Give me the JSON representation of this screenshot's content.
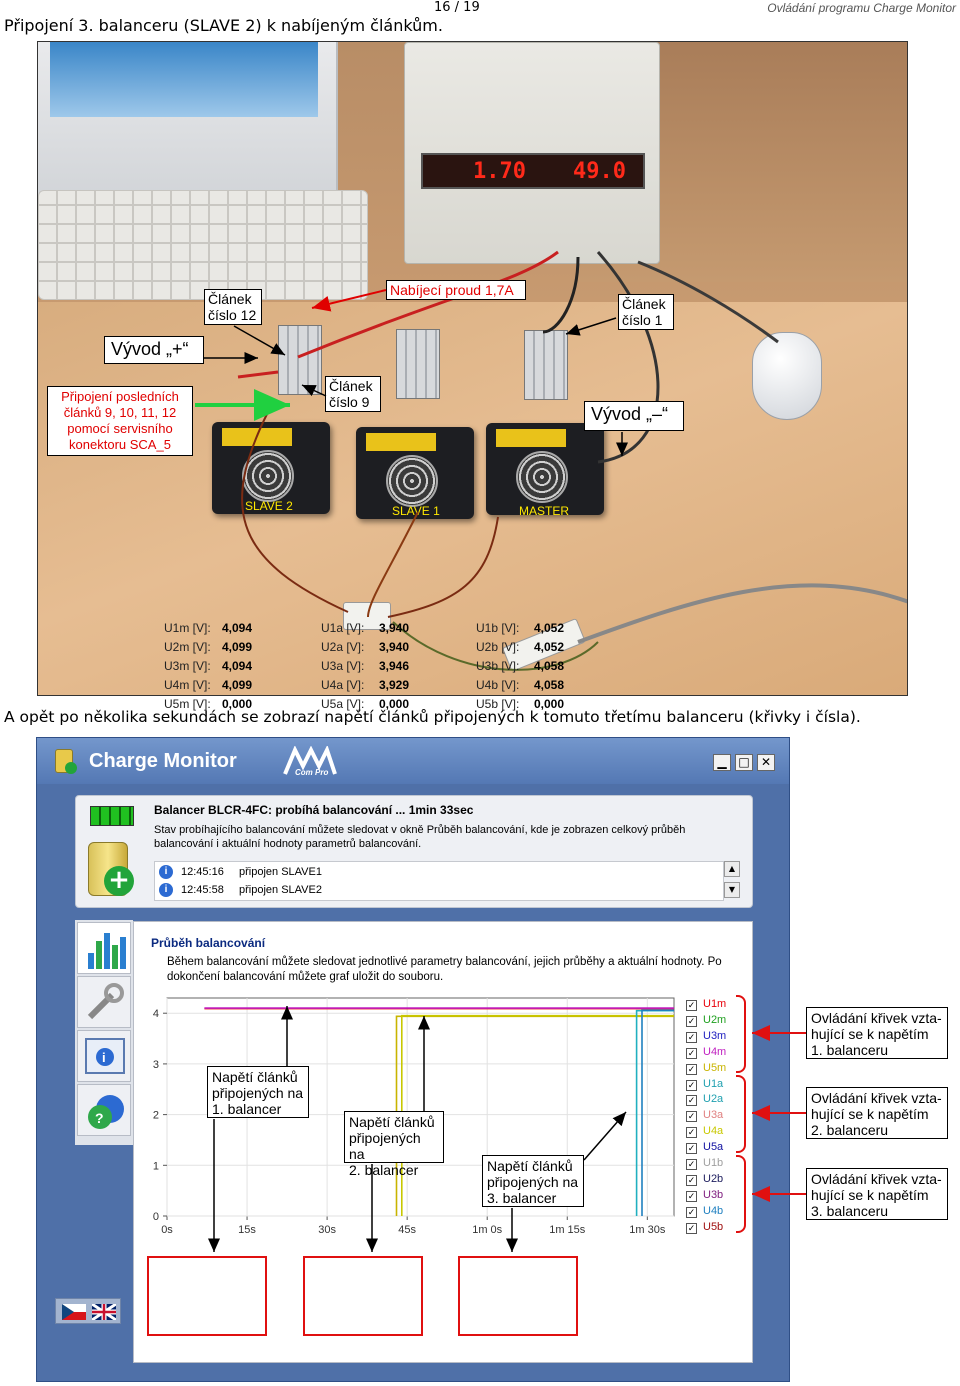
{
  "header": {
    "page_number": "16 / 19",
    "doc_title": "Ovládání programu Charge Monitor",
    "heading": "Připojení 3. balanceru (SLAVE 2) k nabíjeným článkům."
  },
  "photo": {
    "psu_display_a": "1.70",
    "psu_display_v": "49.0",
    "callouts": {
      "clanek12": "Článek\nčíslo 12",
      "proud": "Nabíjecí proud 1,7A",
      "clanek1": "Článek\nčíslo 1",
      "vyvod_plus": "Vývod „+“",
      "pripojeni": "Připojení posledních\nčlánků 9, 10, 11, 12\npomocí servisního\nkonektoru SCA_5",
      "clanek9": "Článek\nčíslo 9",
      "vyvod_minus": "Vývod „–“"
    },
    "labels": {
      "slave2": "SLAVE 2",
      "slave1": "SLAVE 1",
      "master": "MASTER"
    }
  },
  "caption": "A opět po několika sekundách se zobrazí napětí článků připojených k tomuto třetímu balanceru (křivky i čísla).",
  "app": {
    "title": "Charge Monitor",
    "logo_text": "Com Pro",
    "balancer_title": "Balancer BLCR-4FC: probíhá balancování ... 1min 33sec",
    "balancer_desc": "Stav probíhajícího balancování můžete sledovat v okně Průběh balancování, kde je zobrazen celkový průběh balancování i aktuální hodnoty parametrů balancování.",
    "log": [
      {
        "time": "12:45:16",
        "text": "připojen SLAVE1"
      },
      {
        "time": "12:45:58",
        "text": "připojen SLAVE2"
      }
    ],
    "progress_title": "Průběh balancování",
    "progress_desc": "Během balancování můžete sledovat jednotlivé parametry balancování, jejich průběhy a aktuální hodnoty. Po dokončení balancování můžete graf uložit do souboru.",
    "legend": [
      {
        "label": "U1m",
        "color": "#e8000a"
      },
      {
        "label": "U2m",
        "color": "#20a020"
      },
      {
        "label": "U3m",
        "color": "#2020c0"
      },
      {
        "label": "U4m",
        "color": "#c020c0"
      },
      {
        "label": "U5m",
        "color": "#c8b400"
      },
      {
        "label": "U1a",
        "color": "#20a0b0"
      },
      {
        "label": "U2a",
        "color": "#20a0b0"
      },
      {
        "label": "U3a",
        "color": "#e08080"
      },
      {
        "label": "U4a",
        "color": "#c8c800"
      },
      {
        "label": "U5a",
        "color": "#1010a0"
      },
      {
        "label": "U1b",
        "color": "#a0a0a0"
      },
      {
        "label": "U2b",
        "color": "#202060"
      },
      {
        "label": "U3b",
        "color": "#802080"
      },
      {
        "label": "U4b",
        "color": "#2080c0"
      },
      {
        "label": "U5b",
        "color": "#a01010"
      }
    ],
    "values_m": [
      {
        "k": "U1m [V]:",
        "v": "4,094"
      },
      {
        "k": "U2m [V]:",
        "v": "4,099"
      },
      {
        "k": "U3m [V]:",
        "v": "4,094"
      },
      {
        "k": "U4m [V]:",
        "v": "4,099"
      },
      {
        "k": "U5m [V]:",
        "v": "0,000"
      }
    ],
    "values_a": [
      {
        "k": "U1a [V]:",
        "v": "3,940"
      },
      {
        "k": "U2a [V]:",
        "v": "3,940"
      },
      {
        "k": "U3a [V]:",
        "v": "3,946"
      },
      {
        "k": "U4a [V]:",
        "v": "3,929"
      },
      {
        "k": "U5a [V]:",
        "v": "0,000"
      }
    ],
    "values_b": [
      {
        "k": "U1b [V]:",
        "v": "4,052"
      },
      {
        "k": "U2b [V]:",
        "v": "4,052"
      },
      {
        "k": "U3b [V]:",
        "v": "4,058"
      },
      {
        "k": "U4b [V]:",
        "v": "4,058"
      },
      {
        "k": "U5b [V]:",
        "v": "0,000"
      }
    ]
  },
  "chart_data": {
    "type": "line",
    "x_ticks": [
      "0s",
      "15s",
      "30s",
      "45s",
      "1m 0s",
      "1m 15s",
      "1m 30s"
    ],
    "y_ticks": [
      "0",
      "1",
      "2",
      "3",
      "4"
    ],
    "xlim": [
      0,
      95
    ],
    "ylim": [
      0,
      4.3
    ],
    "grid": true,
    "series": [
      {
        "name": "U1m",
        "color": "#e8000a",
        "points": [
          [
            7,
            4.09
          ],
          [
            95,
            4.09
          ]
        ]
      },
      {
        "name": "U4m",
        "color": "#c020c0",
        "points": [
          [
            7,
            4.1
          ],
          [
            95,
            4.1
          ]
        ]
      },
      {
        "name": "U1a",
        "color": "#c8b400",
        "points": [
          [
            43,
            0
          ],
          [
            43,
            3.94
          ],
          [
            95,
            3.94
          ]
        ]
      },
      {
        "name": "U3a",
        "color": "#c8c800",
        "points": [
          [
            44,
            0
          ],
          [
            44,
            3.95
          ],
          [
            95,
            3.95
          ]
        ]
      },
      {
        "name": "U1b",
        "color": "#20b0c0",
        "points": [
          [
            88,
            0
          ],
          [
            88,
            4.05
          ],
          [
            95,
            4.05
          ]
        ]
      },
      {
        "name": "U2b",
        "color": "#2080c0",
        "points": [
          [
            89,
            0
          ],
          [
            89,
            4.06
          ],
          [
            95,
            4.06
          ]
        ]
      }
    ]
  },
  "notes": {
    "n1": "Napětí článků\npřipojených na\n1. balancer",
    "n2": "Napětí článků\npřipojených na\n2. balancer",
    "n3": "Napětí článků\npřipojených na\n3. balancer",
    "r1": "Ovládání křivek vzta-\nhující se k napětím\n1. balanceru",
    "r2": "Ovládání křivek vzta-\nhující se k napětím\n2. balanceru",
    "r3": "Ovládání křivek vzta-\nhující se k napětím\n3. balanceru"
  }
}
